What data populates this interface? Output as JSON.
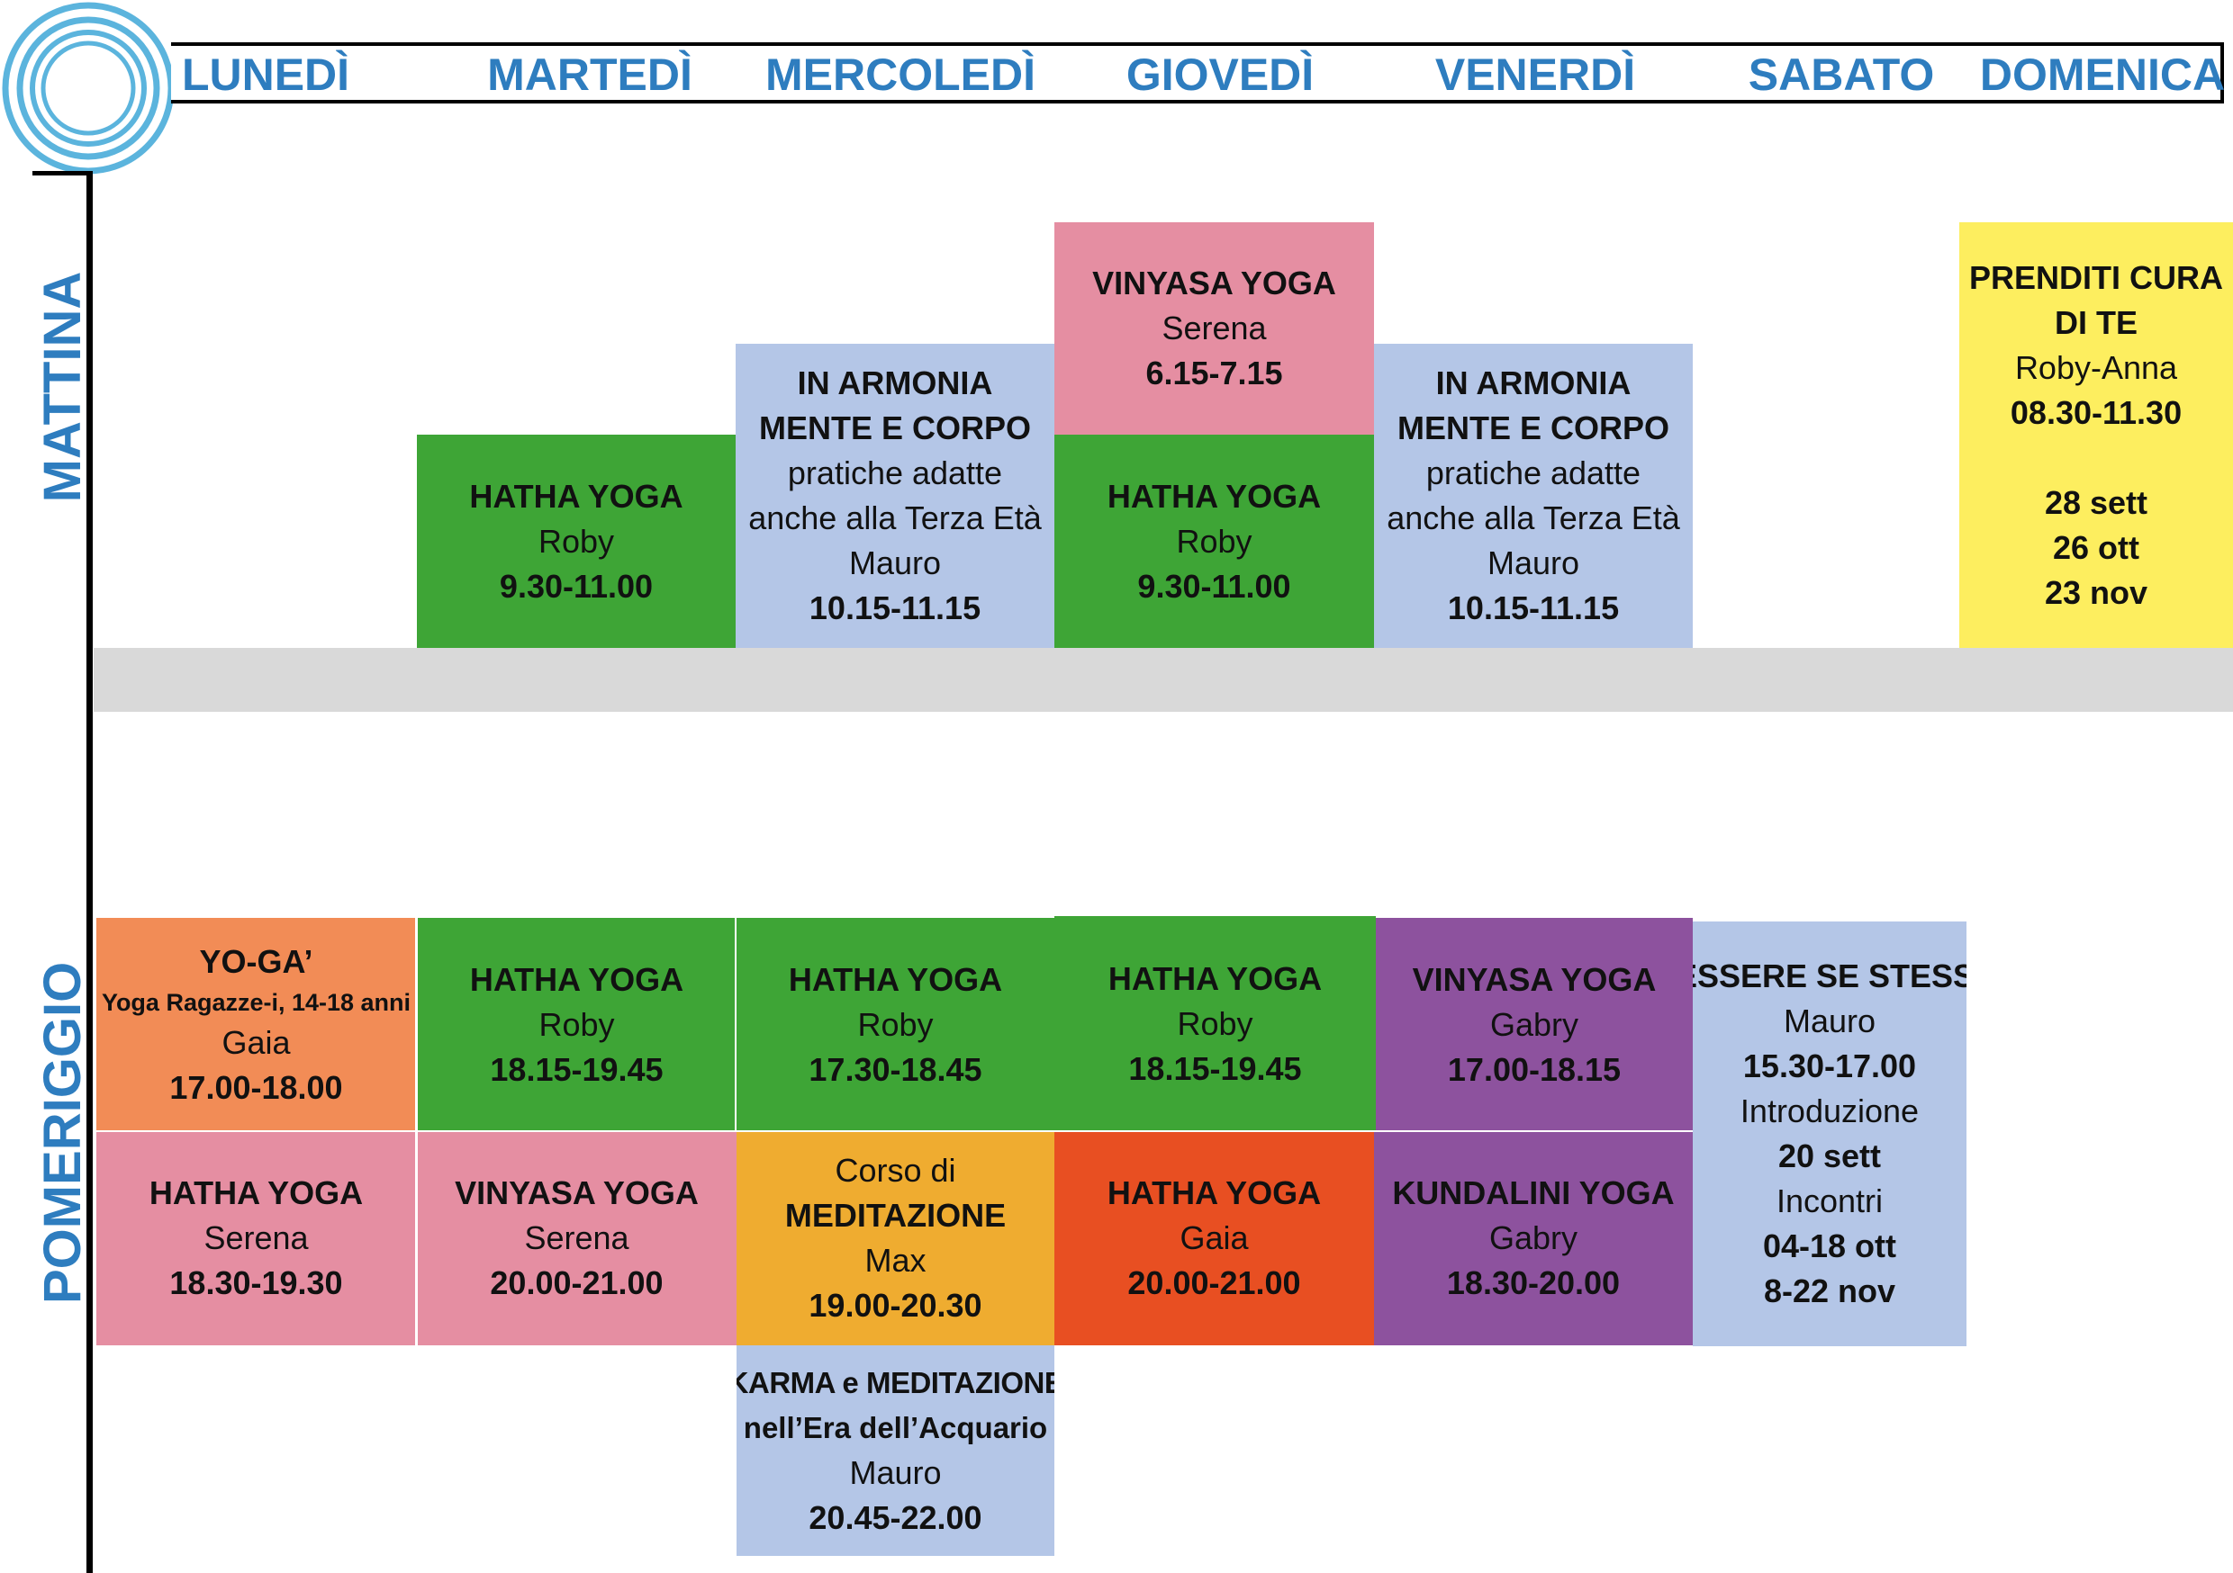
{
  "header": {
    "days": [
      "LUNEDÌ",
      "MARTEDÌ",
      "MERCOLEDÌ",
      "GIOVEDÌ",
      "VENERDÌ",
      "SABATO",
      "DOMENICA"
    ]
  },
  "sections": {
    "morning": "MATTINA",
    "afternoon": "POMERIGGIO"
  },
  "colors": {
    "accent": "#2e7dbf",
    "hatha_green": "#3ea536",
    "light_blue": "#b4c6e7",
    "pink": "#e58ea2",
    "yellow": "#fdee5f",
    "orange": "#f28c56",
    "amber": "#efac30",
    "red_orange": "#e84f22",
    "purple": "#8d529e",
    "divider": "#d9d9d9"
  },
  "morning": {
    "tue_hatha": {
      "title": "HATHA YOGA",
      "teacher": "Roby",
      "time": "9.30-11.00"
    },
    "wed_armonia": {
      "line1": "IN ARMONIA",
      "line2": "MENTE E CORPO",
      "line3": "pratiche adatte",
      "line4": "anche alla Terza Età",
      "teacher": "Mauro",
      "time": "10.15-11.15"
    },
    "thu_vinyasa": {
      "title": "VINYASA YOGA",
      "teacher": "Serena",
      "time": "6.15-7.15"
    },
    "thu_hatha": {
      "title": "HATHA YOGA",
      "teacher": "Roby",
      "time": "9.30-11.00"
    },
    "fri_armonia": {
      "line1": "IN ARMONIA",
      "line2": "MENTE E CORPO",
      "line3": "pratiche adatte",
      "line4": "anche alla Terza Età",
      "teacher": "Mauro",
      "time": "10.15-11.15"
    },
    "sun_prenditi": {
      "line1": "PRENDITI CURA",
      "line2": "DI TE",
      "teacher": "Roby-Anna",
      "time": "08.30-11.30",
      "date1": "28 sett",
      "date2": "26 ott",
      "date3": "23 nov"
    }
  },
  "afternoon": {
    "mon_yoga": {
      "title": "YO-GA’",
      "subtitle": "Yoga Ragazze-i, 14-18 anni",
      "teacher": "Gaia",
      "time": "17.00-18.00"
    },
    "tue_hatha": {
      "title": "HATHA YOGA",
      "teacher": "Roby",
      "time": "18.15-19.45"
    },
    "wed_hatha": {
      "title": "HATHA YOGA",
      "teacher": "Roby",
      "time": "17.30-18.45"
    },
    "thu_hatha": {
      "title": "HATHA YOGA",
      "teacher": "Roby",
      "time": "18.15-19.45"
    },
    "fri_vinyasa": {
      "title": "VINYASA YOGA",
      "teacher": "Gabry",
      "time": "17.00-18.15"
    },
    "sat_essere": {
      "title": "ESSERE SE STESSI",
      "teacher": "Mauro",
      "time": "15.30-17.00",
      "label1": "Introduzione",
      "date1": "20 sett",
      "label2": "Incontri",
      "date2": "04-18 ott",
      "date3": "8-22 nov"
    },
    "mon_hatha": {
      "title": "HATHA YOGA",
      "teacher": "Serena",
      "time": "18.30-19.30"
    },
    "tue_vinyasa": {
      "title": "VINYASA YOGA",
      "teacher": "Serena",
      "time": "20.00-21.00"
    },
    "wed_meditazione": {
      "line1": "Corso di",
      "title": "MEDITAZIONE",
      "teacher": "Max",
      "time": "19.00-20.30"
    },
    "thu_hatha2": {
      "title": "HATHA YOGA",
      "teacher": "Gaia",
      "time": "20.00-21.00"
    },
    "fri_kundalini": {
      "title": "KUNDALINI YOGA",
      "teacher": "Gabry",
      "time": "18.30-20.00"
    },
    "wed_karma": {
      "line1": "KARMA e MEDITAZIONE",
      "line2": "nell’Era dell’Acquario",
      "teacher": "Mauro",
      "time": "20.45-22.00"
    }
  }
}
